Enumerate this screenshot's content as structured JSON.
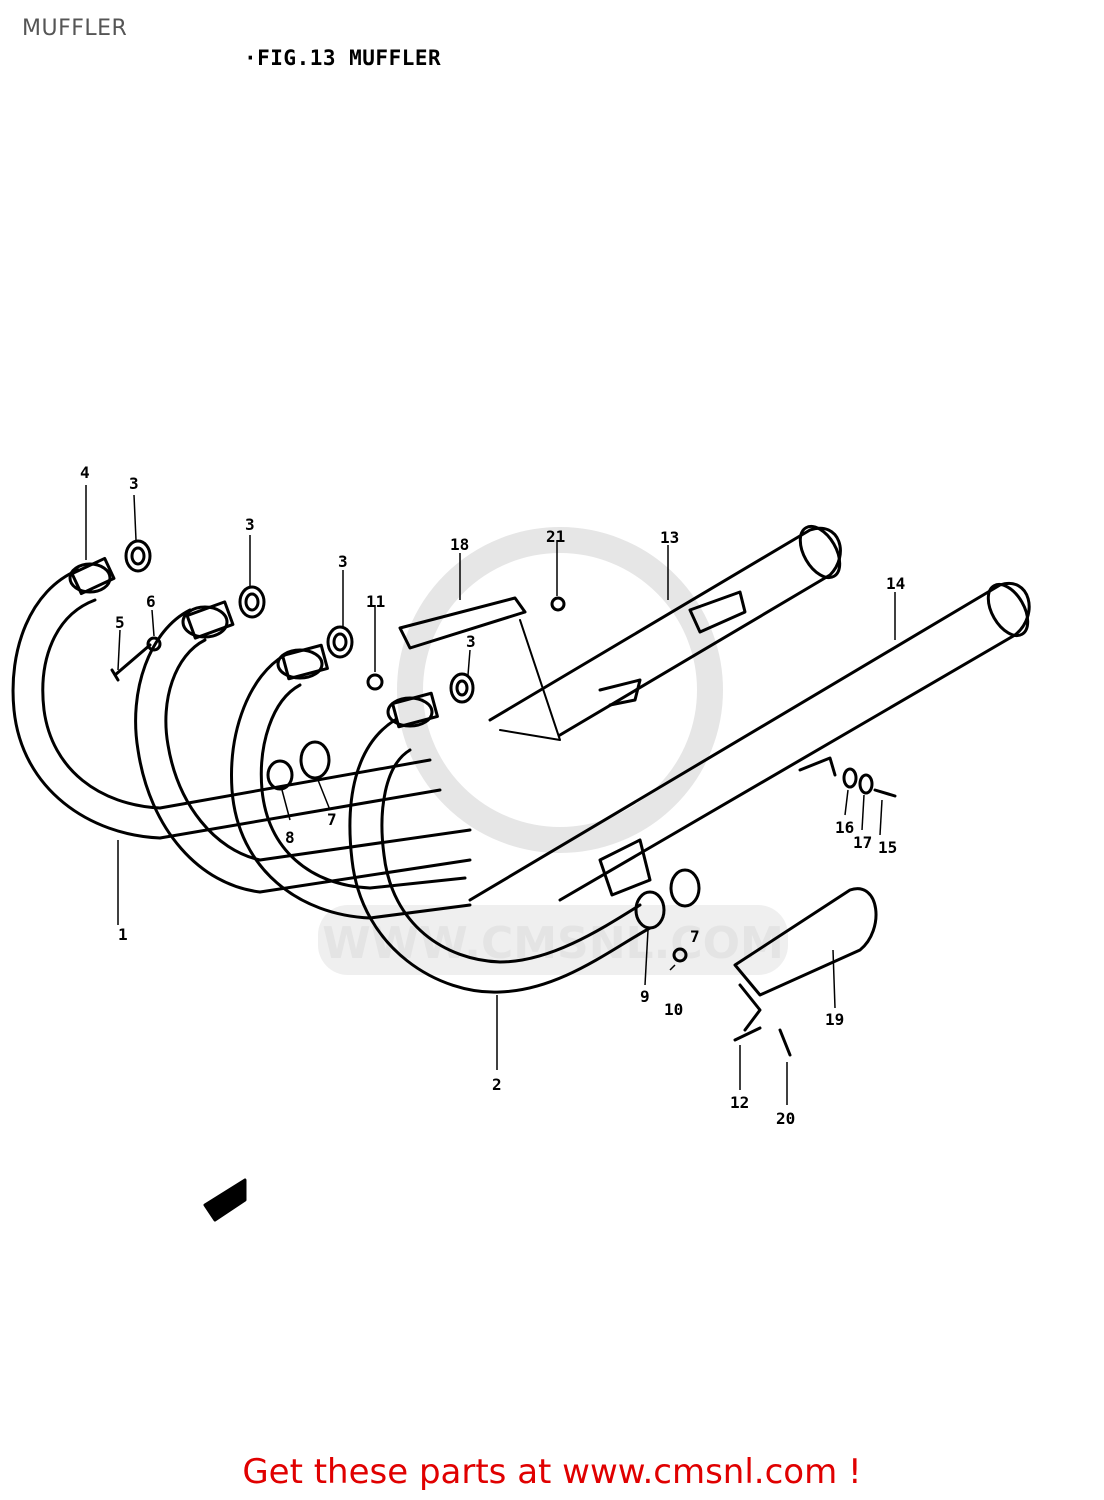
{
  "page_label": "MUFFLER",
  "figure_title": "·FIG.13  MUFFLER",
  "watermark_text": "WWW.CMSNL.COM",
  "callouts": [
    "1",
    "2",
    "3",
    "3",
    "3",
    "3",
    "4",
    "5",
    "6",
    "7",
    "7",
    "8",
    "9",
    "10",
    "11",
    "12",
    "13",
    "14",
    "15",
    "16",
    "17",
    "18",
    "19",
    "20",
    "21"
  ],
  "footer_text": "Get these parts at www.cmsnl.com !",
  "colors": {
    "footer": "#e00000",
    "line": "#000000",
    "page_label": "#555555",
    "watermark": "#e4e4e4"
  }
}
